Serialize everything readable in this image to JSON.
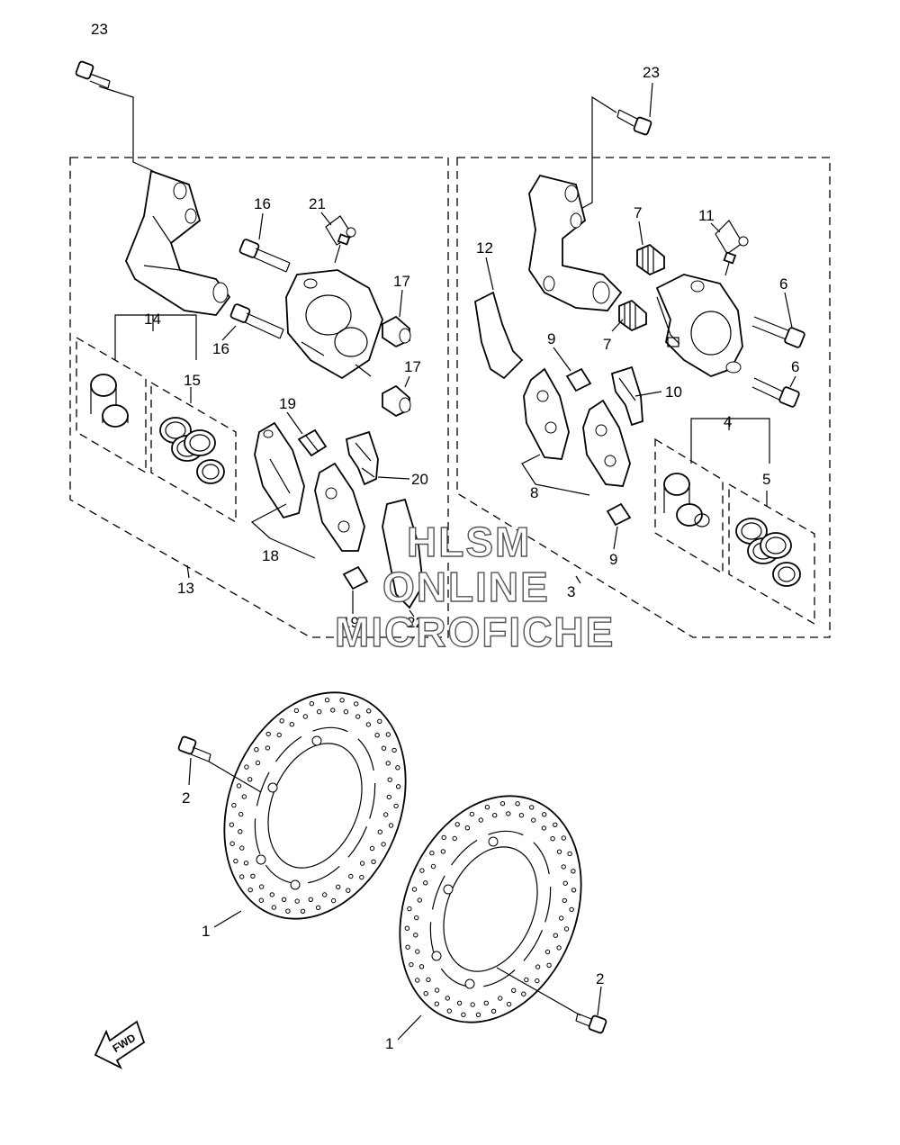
{
  "callouts": {
    "c23a": "23",
    "c23b": "23",
    "c16a": "16",
    "c16b": "16",
    "c21": "21",
    "c17a": "17",
    "c17b": "17",
    "c14": "14",
    "c15": "15",
    "c19a": "19",
    "c19b": "19",
    "c20": "20",
    "c18": "18",
    "c13": "13",
    "c22": "22",
    "c12": "12",
    "c7a": "7",
    "c7b": "7",
    "c11": "11",
    "c6a": "6",
    "c6b": "6",
    "c9a": "9",
    "c9b": "9",
    "c10": "10",
    "c4": "4",
    "c5": "5",
    "c8": "8",
    "c3": "3",
    "c2a": "2",
    "c2b": "2",
    "c1a": "1",
    "c1b": "1"
  },
  "watermark": {
    "line1": "HLSM",
    "line2": "ONLINE",
    "line3": "MICROFICHE"
  },
  "fwd_label": "FWD"
}
